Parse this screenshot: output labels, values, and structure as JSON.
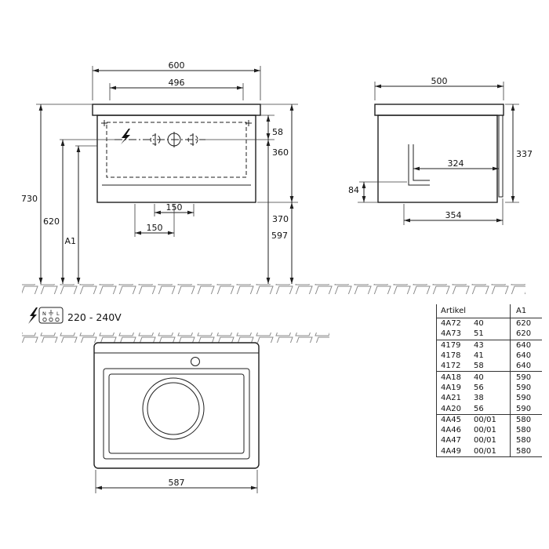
{
  "front_view": {
    "dims": {
      "total_width": "600",
      "cutout_width": "496",
      "top_to_outlet": "58",
      "cabinet_height": "360",
      "below_height": "370",
      "total_height": "730",
      "outlet_height": "620",
      "drain_height": "597",
      "a1_label": "A1",
      "hole_spacing_1": "150",
      "hole_spacing_2": "150"
    }
  },
  "side_view": {
    "dims": {
      "depth": "500",
      "height": "337",
      "rail_depth": "324",
      "inner_depth": "354",
      "rail_height": "84"
    }
  },
  "plan_view": {
    "dims": {
      "width": "587"
    }
  },
  "power": {
    "voltage": "220 - 240V",
    "n": "N",
    "l": "L"
  },
  "table": {
    "header_artikel": "Artikel",
    "header_a1": "A1",
    "rows": [
      {
        "code": "4A72",
        "variant": "40",
        "a1": "620"
      },
      {
        "code": "4A73",
        "variant": "51",
        "a1": "620"
      },
      {
        "code": "4179",
        "variant": "43",
        "a1": "640"
      },
      {
        "code": "4178",
        "variant": "41",
        "a1": "640"
      },
      {
        "code": "4172",
        "variant": "58",
        "a1": "640"
      },
      {
        "code": "4A18",
        "variant": "40",
        "a1": "590"
      },
      {
        "code": "4A19",
        "variant": "56",
        "a1": "590"
      },
      {
        "code": "4A21",
        "variant": "38",
        "a1": "590"
      },
      {
        "code": "4A20",
        "variant": "56",
        "a1": "590"
      },
      {
        "code": "4A45",
        "variant": "00/01",
        "a1": "580"
      },
      {
        "code": "4A46",
        "variant": "00/01",
        "a1": "580"
      },
      {
        "code": "4A47",
        "variant": "00/01",
        "a1": "580"
      },
      {
        "code": "4A49",
        "variant": "00/01",
        "a1": "580"
      }
    ]
  },
  "colors": {
    "line": "#1f1f1f",
    "tile": "#8a8a8a"
  }
}
